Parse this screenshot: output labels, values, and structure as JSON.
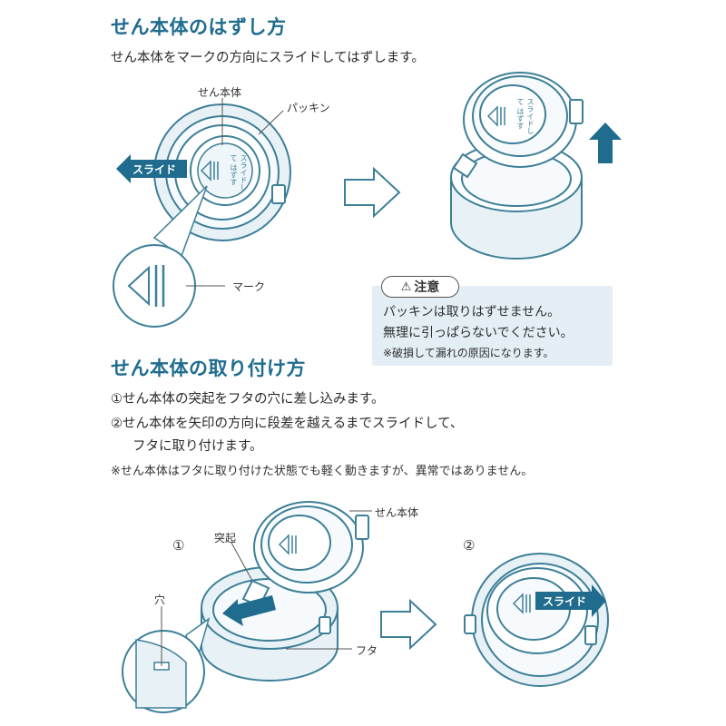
{
  "section1": {
    "title": "せん本体のはずし方",
    "description": "せん本体をマークの方向にスライドしてはずします。",
    "labels": {
      "plug_body": "せん本体",
      "gasket": "パッキン",
      "slide": "スライド",
      "mark": "マーク",
      "plug_print": "スライドして はずす"
    }
  },
  "caution": {
    "tag": "注意",
    "line1": "パッキンは取りはずせません。",
    "line2": "無理に引っぱらないでください。",
    "note": "※破損して漏れの原因になります。"
  },
  "section2": {
    "title": "せん本体の取り付け方",
    "step1": "①せん本体の突起をフタの穴に差し込みます。",
    "step2a": "②せん本体を矢印の方向に段差を越えるまでスライドして、",
    "step2b": "フタに取り付けます。",
    "note": "※せん本体はフタに取り付けた状態でも軽く動きますが、異常ではありません。",
    "labels": {
      "step1_num": "①",
      "step2_num": "②",
      "plug_body": "せん本体",
      "protrusion": "突起",
      "hole": "穴",
      "lid": "フタ",
      "slide": "スライド"
    }
  },
  "colors": {
    "heading": "#1f6c8e",
    "line": "#3d7f98",
    "light_fill": "#e8f2f6",
    "arrow_blue": "#1f6c8e",
    "caution_bg": "#e3eff5"
  }
}
